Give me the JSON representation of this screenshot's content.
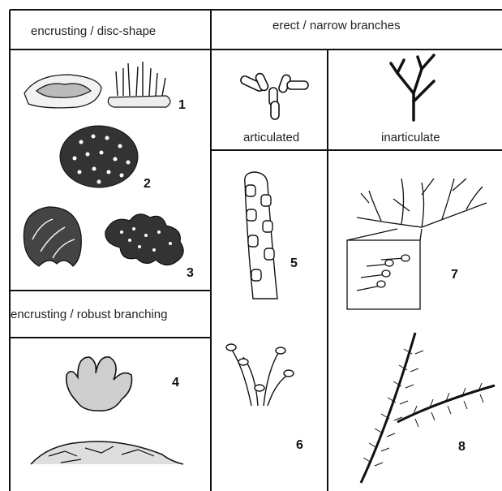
{
  "headers": {
    "encrusting_disc": "encrusting / disc-shape",
    "erect_narrow": "erect / narrow branches",
    "encrusting_robust": "encrusting / robust branching"
  },
  "subheaders": {
    "articulated": "articulated",
    "inarticulate": "inarticulate"
  },
  "figure_numbers": [
    "1",
    "2",
    "3",
    "4",
    "5",
    "6",
    "7",
    "8"
  ]
}
